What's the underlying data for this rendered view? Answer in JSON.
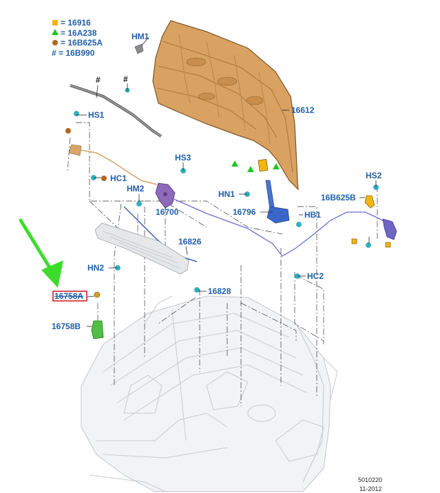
{
  "legend": [
    {
      "symbol": "square",
      "color": "#f2b40f",
      "text": "= 16916"
    },
    {
      "symbol": "triangle",
      "color": "#22c722",
      "text": "= 16A238"
    },
    {
      "symbol": "circle",
      "color": "#b5651d",
      "text": "= 16B625A"
    },
    {
      "symbol": "hash",
      "color": "#111111",
      "text": "# = 16B990"
    }
  ],
  "labels": {
    "hm1": "HM1",
    "hood": "16612",
    "hs1": "HS1",
    "hs3": "HS3",
    "hc1": "HC1",
    "hm2": "HM2",
    "latch": "16700",
    "hn1": "HN1",
    "hinge": "16796",
    "hs2": "HS2",
    "prop_end": "16B625B",
    "hb1": "HB1",
    "cable": "16826",
    "hn2": "HN2",
    "hc2": "HC2",
    "clip": "16828",
    "seal_a": "16758A",
    "seal_b": "16758B"
  },
  "hash_marks": [
    "#",
    "#"
  ],
  "footer": {
    "code": "5010220",
    "date": "11-2012"
  },
  "colors": {
    "label_blue": "#1f5fa8",
    "hood_tan": "#d9a262",
    "latch_purple": "#7e5aa8",
    "hinge_blue": "#3a66c8",
    "highlight_red": "#d01f2a",
    "arrow_green": "#3ddc2a"
  }
}
